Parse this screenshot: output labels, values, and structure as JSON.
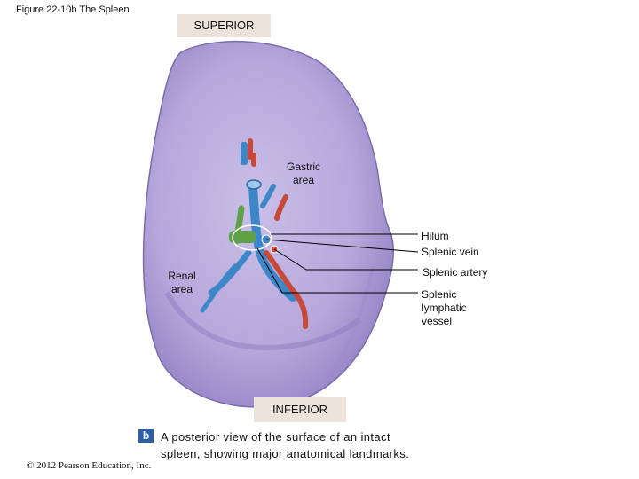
{
  "figure": {
    "title": "Figure 22-10b The Spleen",
    "superior_label": "SUPERIOR",
    "inferior_label": "INFERIOR",
    "regions": {
      "gastric": [
        "Gastric",
        "area"
      ],
      "renal": [
        "Renal",
        "area"
      ]
    },
    "callouts": {
      "hilum": "Hilum",
      "splenic_vein": "Splenic vein",
      "splenic_artery": "Splenic artery",
      "splenic_lymphatic": [
        "Splenic",
        "lymphatic",
        "vessel"
      ]
    },
    "caption_badge": "b",
    "caption_lines": [
      "A posterior view of the surface of an intact",
      "spleen, showing major anatomical landmarks."
    ],
    "copyright": "© 2012 Pearson Education, Inc."
  },
  "colors": {
    "spleen_fill": "#b7a8dc",
    "spleen_shadow": "#8e7cc0",
    "vein": "#3d86c8",
    "artery": "#c8483a",
    "lymph": "#5fa146",
    "orient_bg": "#ece4dc"
  }
}
